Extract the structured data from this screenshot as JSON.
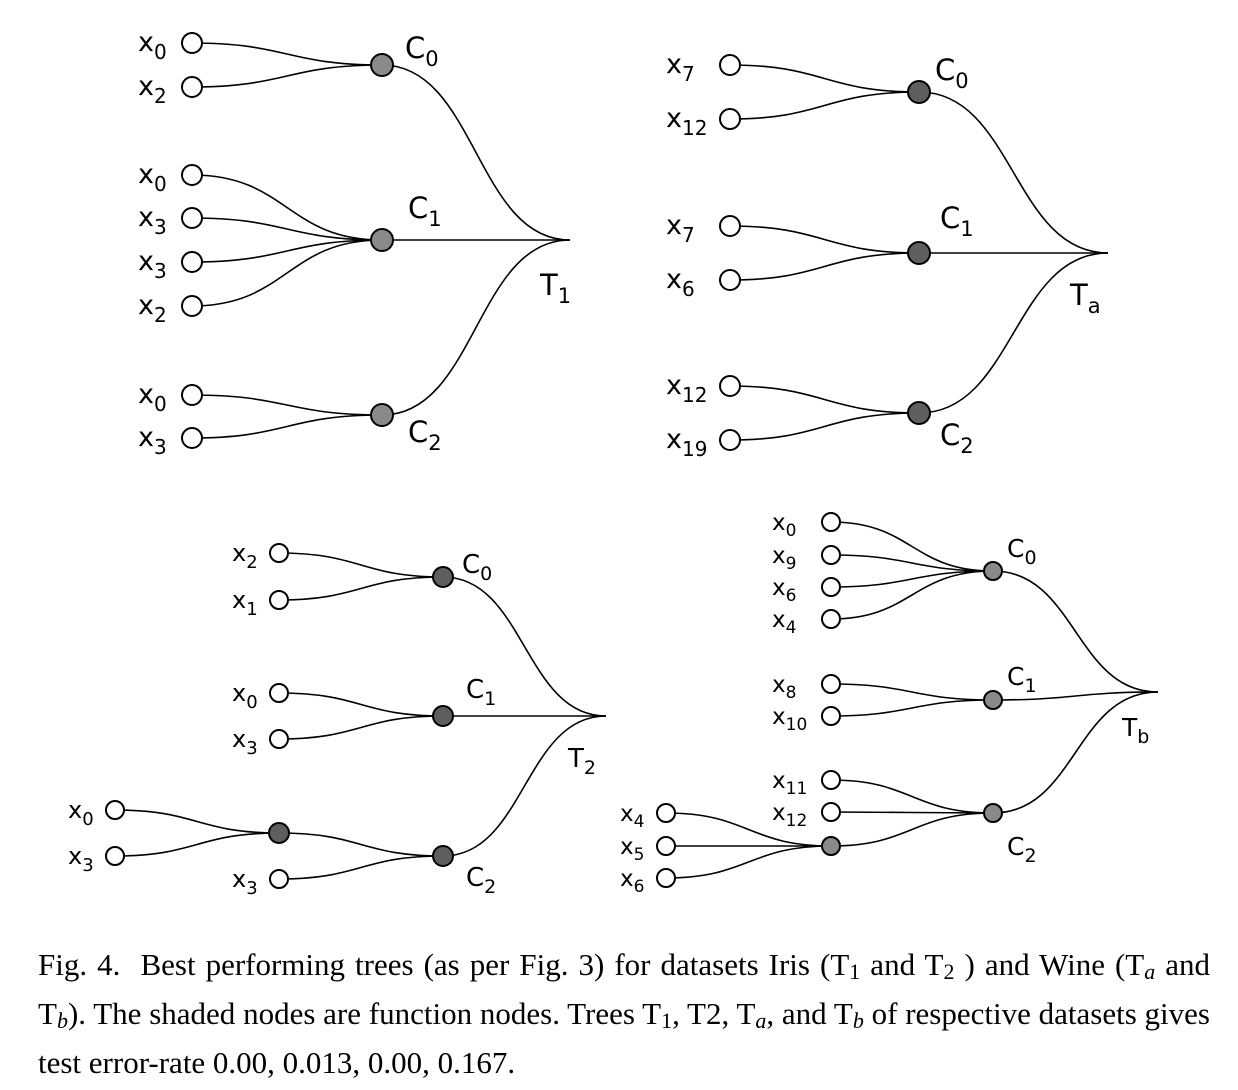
{
  "colors": {
    "function_node_iris": "#8a8a8a",
    "function_node_wine": "#5e5e5e",
    "leaf_fill": "#ffffff",
    "stroke": "#000000"
  },
  "trees": [
    {
      "name": "T",
      "name_sub": "1",
      "function_color": "#8a8a8a",
      "classes": [
        {
          "name": "C",
          "sub": "0",
          "inputs": [
            {
              "name": "x",
              "sub": "0"
            },
            {
              "name": "x",
              "sub": "2"
            }
          ]
        },
        {
          "name": "C",
          "sub": "1",
          "inputs": [
            {
              "name": "x",
              "sub": "0"
            },
            {
              "name": "x",
              "sub": "3"
            },
            {
              "name": "x",
              "sub": "3"
            },
            {
              "name": "x",
              "sub": "2"
            }
          ]
        },
        {
          "name": "C",
          "sub": "2",
          "inputs": [
            {
              "name": "x",
              "sub": "0"
            },
            {
              "name": "x",
              "sub": "3"
            }
          ]
        }
      ]
    },
    {
      "name": "T",
      "name_sub": "a",
      "function_color": "#5e5e5e",
      "classes": [
        {
          "name": "C",
          "sub": "0",
          "inputs": [
            {
              "name": "x",
              "sub": "7"
            },
            {
              "name": "x",
              "sub": "12"
            }
          ]
        },
        {
          "name": "C",
          "sub": "1",
          "inputs": [
            {
              "name": "x",
              "sub": "7"
            },
            {
              "name": "x",
              "sub": "6"
            }
          ]
        },
        {
          "name": "C",
          "sub": "2",
          "inputs": [
            {
              "name": "x",
              "sub": "12"
            },
            {
              "name": "x",
              "sub": "19"
            }
          ]
        }
      ]
    },
    {
      "name": "T",
      "name_sub": "2",
      "function_color": "#5e5e5e",
      "classes": [
        {
          "name": "C",
          "sub": "0",
          "inputs": [
            {
              "name": "x",
              "sub": "2"
            },
            {
              "name": "x",
              "sub": "1"
            }
          ]
        },
        {
          "name": "C",
          "sub": "1",
          "inputs": [
            {
              "name": "x",
              "sub": "0"
            },
            {
              "name": "x",
              "sub": "3"
            }
          ]
        },
        {
          "name": "C",
          "sub": "2",
          "inputs": [
            {
              "function": true,
              "inputs": [
                {
                  "name": "x",
                  "sub": "0"
                },
                {
                  "name": "x",
                  "sub": "3"
                }
              ]
            },
            {
              "name": "x",
              "sub": "3"
            }
          ]
        }
      ]
    },
    {
      "name": "T",
      "name_sub": "b",
      "function_color": "#8a8a8a",
      "classes": [
        {
          "name": "C",
          "sub": "0",
          "inputs": [
            {
              "name": "x",
              "sub": "0"
            },
            {
              "name": "x",
              "sub": "9"
            },
            {
              "name": "x",
              "sub": "6"
            },
            {
              "name": "x",
              "sub": "4"
            }
          ]
        },
        {
          "name": "C",
          "sub": "1",
          "inputs": [
            {
              "name": "x",
              "sub": "8"
            },
            {
              "name": "x",
              "sub": "10"
            }
          ]
        },
        {
          "name": "C",
          "sub": "2",
          "inputs": [
            {
              "name": "x",
              "sub": "11"
            },
            {
              "name": "x",
              "sub": "12"
            },
            {
              "function": true,
              "inputs": [
                {
                  "name": "x",
                  "sub": "4"
                },
                {
                  "name": "x",
                  "sub": "5"
                },
                {
                  "name": "x",
                  "sub": "6"
                }
              ]
            }
          ]
        }
      ]
    }
  ],
  "caption": {
    "fig": "Fig. 4.",
    "p1": "Best performing trees (as per Fig. 3) for datasets Iris (T",
    "s1": "1",
    "p2": " and T",
    "s2": "2",
    "p3": " ) and Wine (T",
    "s3": "a",
    "p4": " and T",
    "s4": "b",
    "p5": "). The shaded nodes are function nodes. Trees T",
    "s5": "1",
    "p6": ", T2, T",
    "s6": "a",
    "p7": ", and T",
    "s7": "b",
    "p8": " of respective datasets gives test error-rate 0.00, 0.013, 0.00, 0.167."
  }
}
